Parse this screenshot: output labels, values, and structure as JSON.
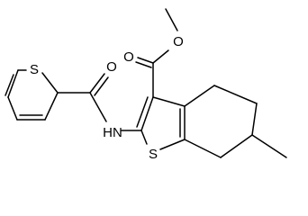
{
  "diagram": {
    "type": "chemical-structure",
    "atom_labels": {
      "thiophene_sulfur": "S",
      "amide_oxygen": "O",
      "amide_nitrogen": "HN",
      "ester_carbonyl_oxygen": "O",
      "ester_ether_oxygen": "O",
      "ring_sulfur": "S"
    },
    "colors": {
      "bond": "#000000",
      "label": "#000000",
      "background": "#ffffff"
    }
  }
}
